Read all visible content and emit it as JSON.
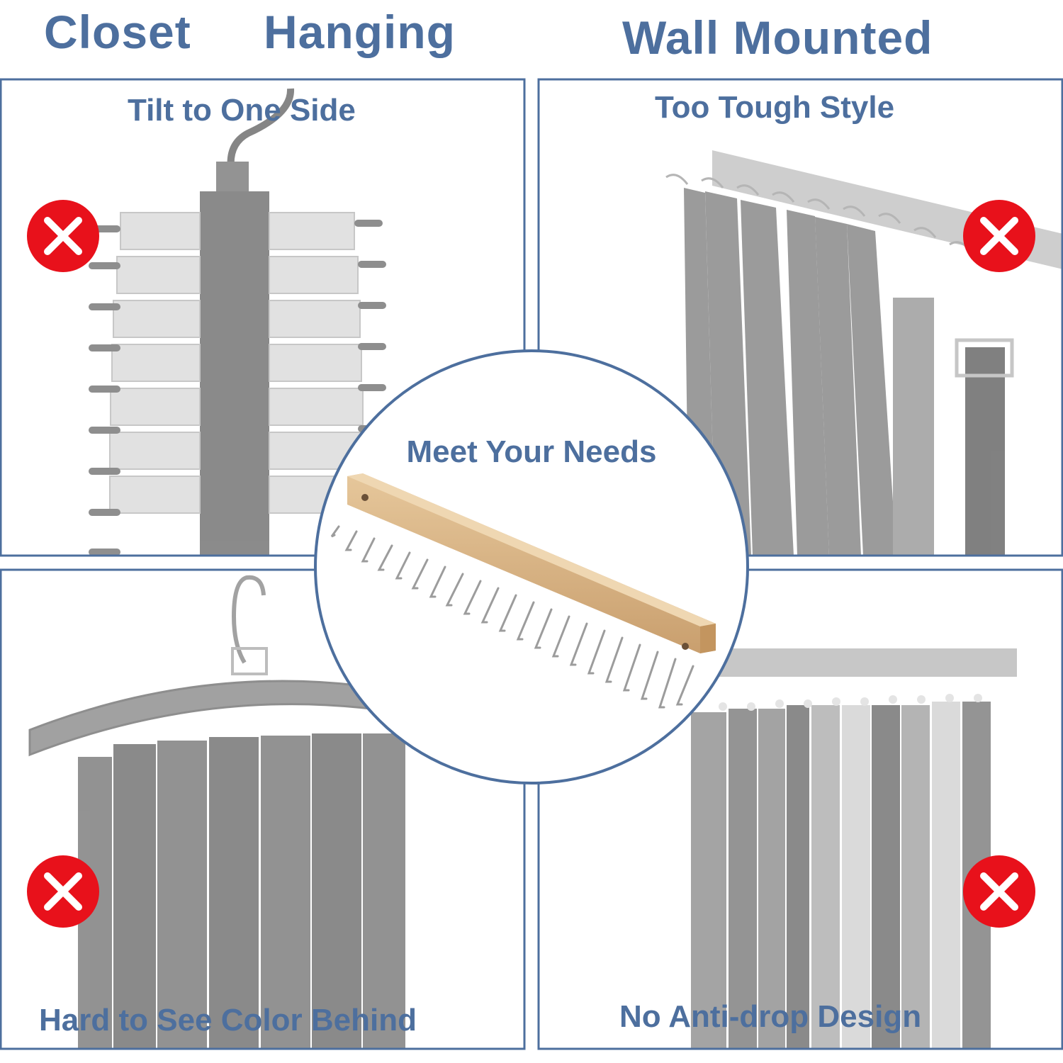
{
  "headers": {
    "closet": "Closet",
    "hanging": "Hanging",
    "wall_mounted": "Wall Mounted"
  },
  "panels": {
    "top_left": {
      "caption": "Tilt to One Side",
      "badge": "x-icon"
    },
    "top_right": {
      "caption": "Too Tough Style",
      "badge": "x-icon"
    },
    "bottom_left": {
      "caption": "Hard to See Color Behind",
      "badge": "x-icon"
    },
    "bottom_right": {
      "caption": "No Anti-drop Design",
      "badge": "x-icon"
    }
  },
  "center": {
    "caption": "Meet Your Needs",
    "product": "wooden-tie-rack-icon"
  },
  "colors": {
    "accent": "#4d6f9e",
    "badge": "#e8111b",
    "wood": "#d9b688",
    "hook": "#a9a9a9"
  }
}
